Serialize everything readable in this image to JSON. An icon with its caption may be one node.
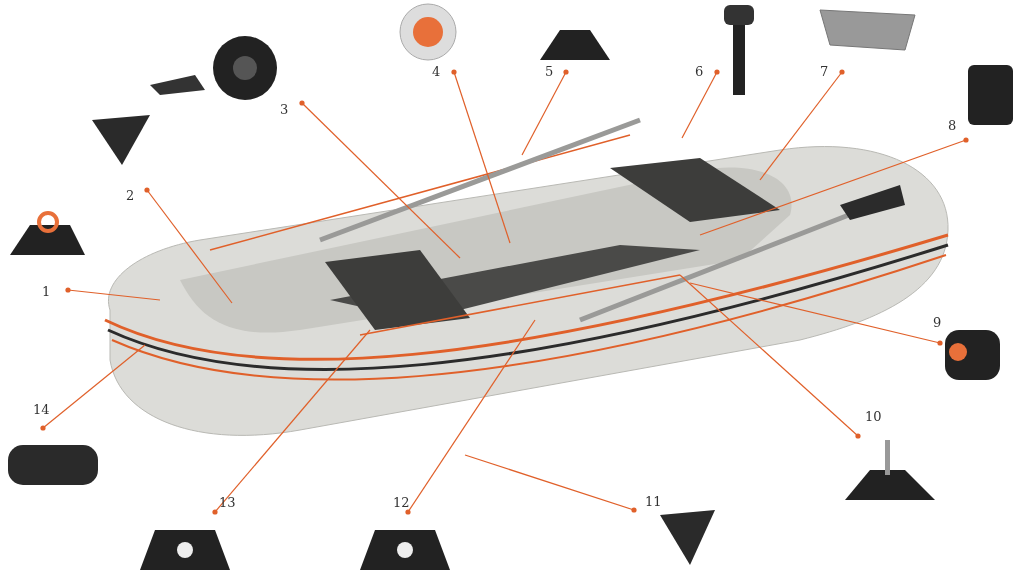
{
  "diagram": {
    "nodes": [
      {
        "text": [
          "1"
        ]
      },
      {
        "text": [
          "2"
        ]
      },
      {
        "text": [
          "3"
        ]
      },
      {
        "text": [
          "4"
        ]
      },
      {
        "text": [
          "5"
        ]
      },
      {
        "text": [
          "6"
        ]
      },
      {
        "text": [
          "7"
        ]
      },
      {
        "text": [
          "8"
        ]
      },
      {
        "text": [
          "9"
        ]
      },
      {
        "text": [
          "10"
        ]
      },
      {
        "text": [
          "11"
        ]
      },
      {
        "text": [
          "12"
        ]
      },
      {
        "text": [
          "13"
        ]
      },
      {
        "text": [
          "14"
        ]
      }
    ],
    "edges": [
      {
        "from": 0,
        "to": null,
        "arrow": "other"
      },
      {
        "from": 1,
        "to": null,
        "arrow": "other"
      },
      {
        "from": 2,
        "to": null,
        "arrow": "other"
      },
      {
        "from": 3,
        "to": null,
        "arrow": "other"
      },
      {
        "from": 4,
        "to": null,
        "arrow": "other"
      },
      {
        "from": 5,
        "to": null,
        "arrow": "other"
      },
      {
        "from": 6,
        "to": null,
        "arrow": "other"
      },
      {
        "from": 7,
        "to": null,
        "arrow": "other"
      },
      {
        "from": 8,
        "to": null,
        "arrow": "other"
      },
      {
        "from": 9,
        "to": null,
        "arrow": "other"
      },
      {
        "from": 10,
        "to": null,
        "arrow": "other"
      },
      {
        "from": 11,
        "to": null,
        "arrow": "other"
      },
      {
        "from": 12,
        "to": null,
        "arrow": "other"
      },
      {
        "from": 13,
        "to": null,
        "arrow": "other"
      }
    ]
  }
}
